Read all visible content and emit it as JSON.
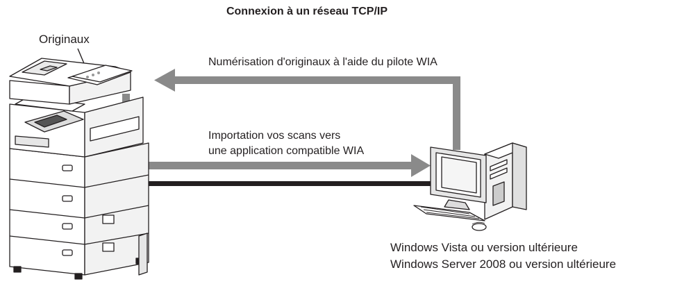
{
  "title": "Connexion à un réseau TCP/IP",
  "labels": {
    "originals": "Originaux",
    "scan_arrow": "Numérisation d'originaux à l'aide du pilote WIA",
    "import_arrow_line1": "Importation vos scans vers",
    "import_arrow_line2": "une application compatible WIA",
    "os_line1": "Windows Vista ou version ultérieure",
    "os_line2": "Windows Server 2008 ou version ultérieure"
  },
  "colors": {
    "arrow": "#8a8a8a",
    "network_cable": "#231f20",
    "text": "#231f20"
  },
  "icons": {
    "device": "mfp-copier-icon",
    "computer": "desktop-computer-icon"
  }
}
